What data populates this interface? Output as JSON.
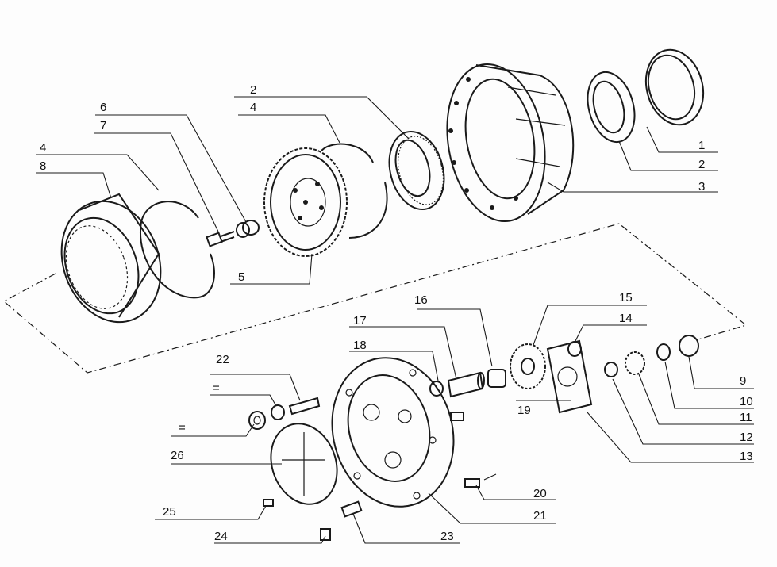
{
  "callouts": {
    "c1": "1",
    "c2": "2",
    "c3": "3",
    "c4": "4",
    "c5": "5",
    "c6": "6",
    "c7": "7",
    "c8": "8",
    "c9": "9",
    "c10": "10",
    "c11": "11",
    "c12": "12",
    "c13": "13",
    "c14": "14",
    "c15": "15",
    "c16": "16",
    "c17": "17",
    "c18": "18",
    "c19": "19",
    "c20": "20",
    "c21": "21",
    "c22": "22",
    "c23": "23",
    "c24": "24",
    "c25": "25",
    "c26": "26",
    "c2b": "2",
    "c4b": "4",
    "eq1": "=",
    "eq2": "="
  }
}
